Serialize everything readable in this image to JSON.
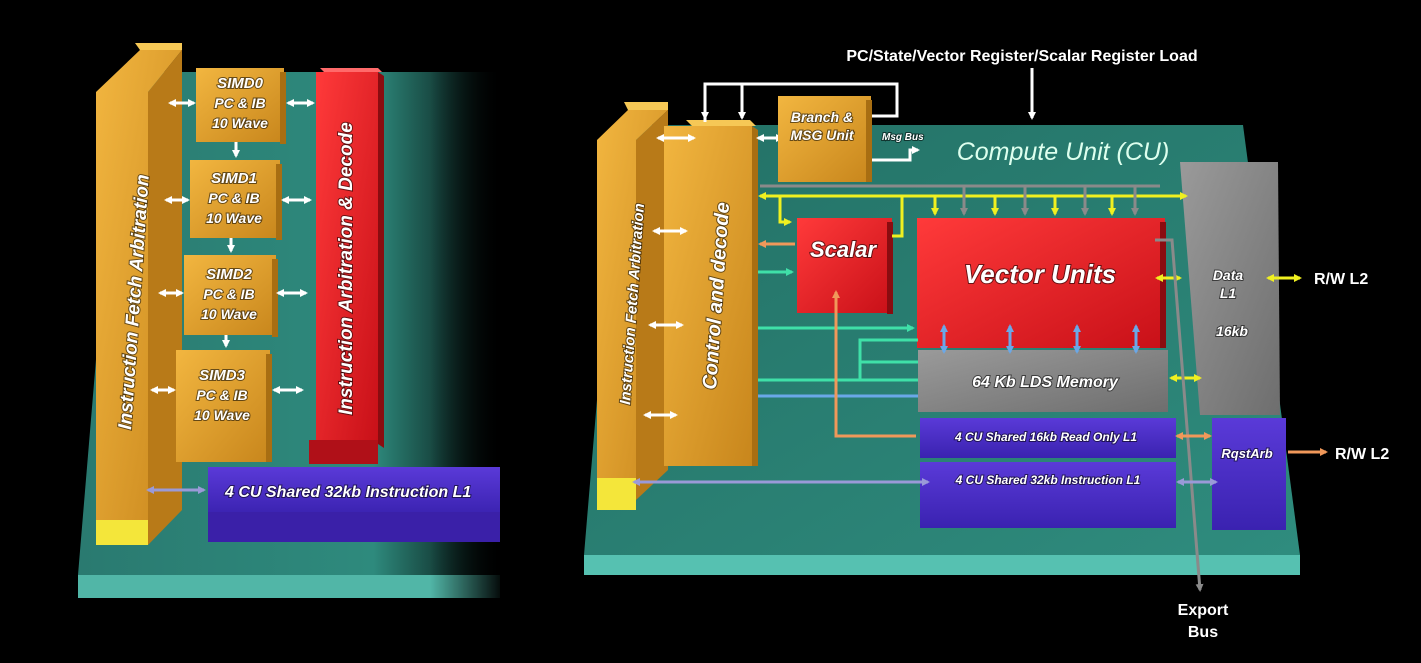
{
  "left": {
    "fetch_arbitration": "Instruction Fetch Arbitration",
    "simds": [
      {
        "name": "SIMD0",
        "line2": "PC & IB",
        "line3": "10 Wave"
      },
      {
        "name": "SIMD1",
        "line2": "PC & IB",
        "line3": "10 Wave"
      },
      {
        "name": "SIMD2",
        "line2": "PC & IB",
        "line3": "10 Wave"
      },
      {
        "name": "SIMD3",
        "line2": "PC & IB",
        "line3": "10 Wave"
      }
    ],
    "decode": "Instruction Arbitration &  Decode",
    "shared_instruction_l1": "4 CU Shared 32kb Instruction  L1"
  },
  "right": {
    "top_label": "PC/State/Vector Register/Scalar Register Load",
    "cu_title": "Compute Unit (CU)",
    "fetch_arbitration": "Instruction Fetch Arbitration",
    "control_decode": "Control and decode",
    "branch_line1": "Branch &",
    "branch_line2": "MSG Unit",
    "msg_bus": "Msg Bus",
    "scalar": "Scalar",
    "vector_units": "Vector Units",
    "lds": "64 Kb LDS Memory",
    "data_l1_line1": "Data",
    "data_l1_line2": "L1",
    "data_l1_size": "16kb",
    "read_only_l1": "4 CU Shared 16kb Read Only L1",
    "instruction_l1": "4 CU Shared 32kb Instruction  L1",
    "rqstarb": "RqstArb",
    "rw_l2_top": "R/W L2",
    "rw_l2_bottom": "R/W L2",
    "export_line1": "Export",
    "export_line2": "Bus"
  },
  "colors": {
    "gold": "#e0a22e",
    "red": "#e8232a",
    "purple": "#5533cc",
    "gray": "#8c8c8c",
    "board": "#2f8a7c",
    "yellow_arrow": "#f0f020",
    "teal_arrow": "#3fe0a8",
    "orange_arrow": "#f0985a",
    "blue_arrow": "#6aa8e8",
    "gray_arrow": "#8a8a8a",
    "lavender_arrow": "#9a9ad8"
  }
}
